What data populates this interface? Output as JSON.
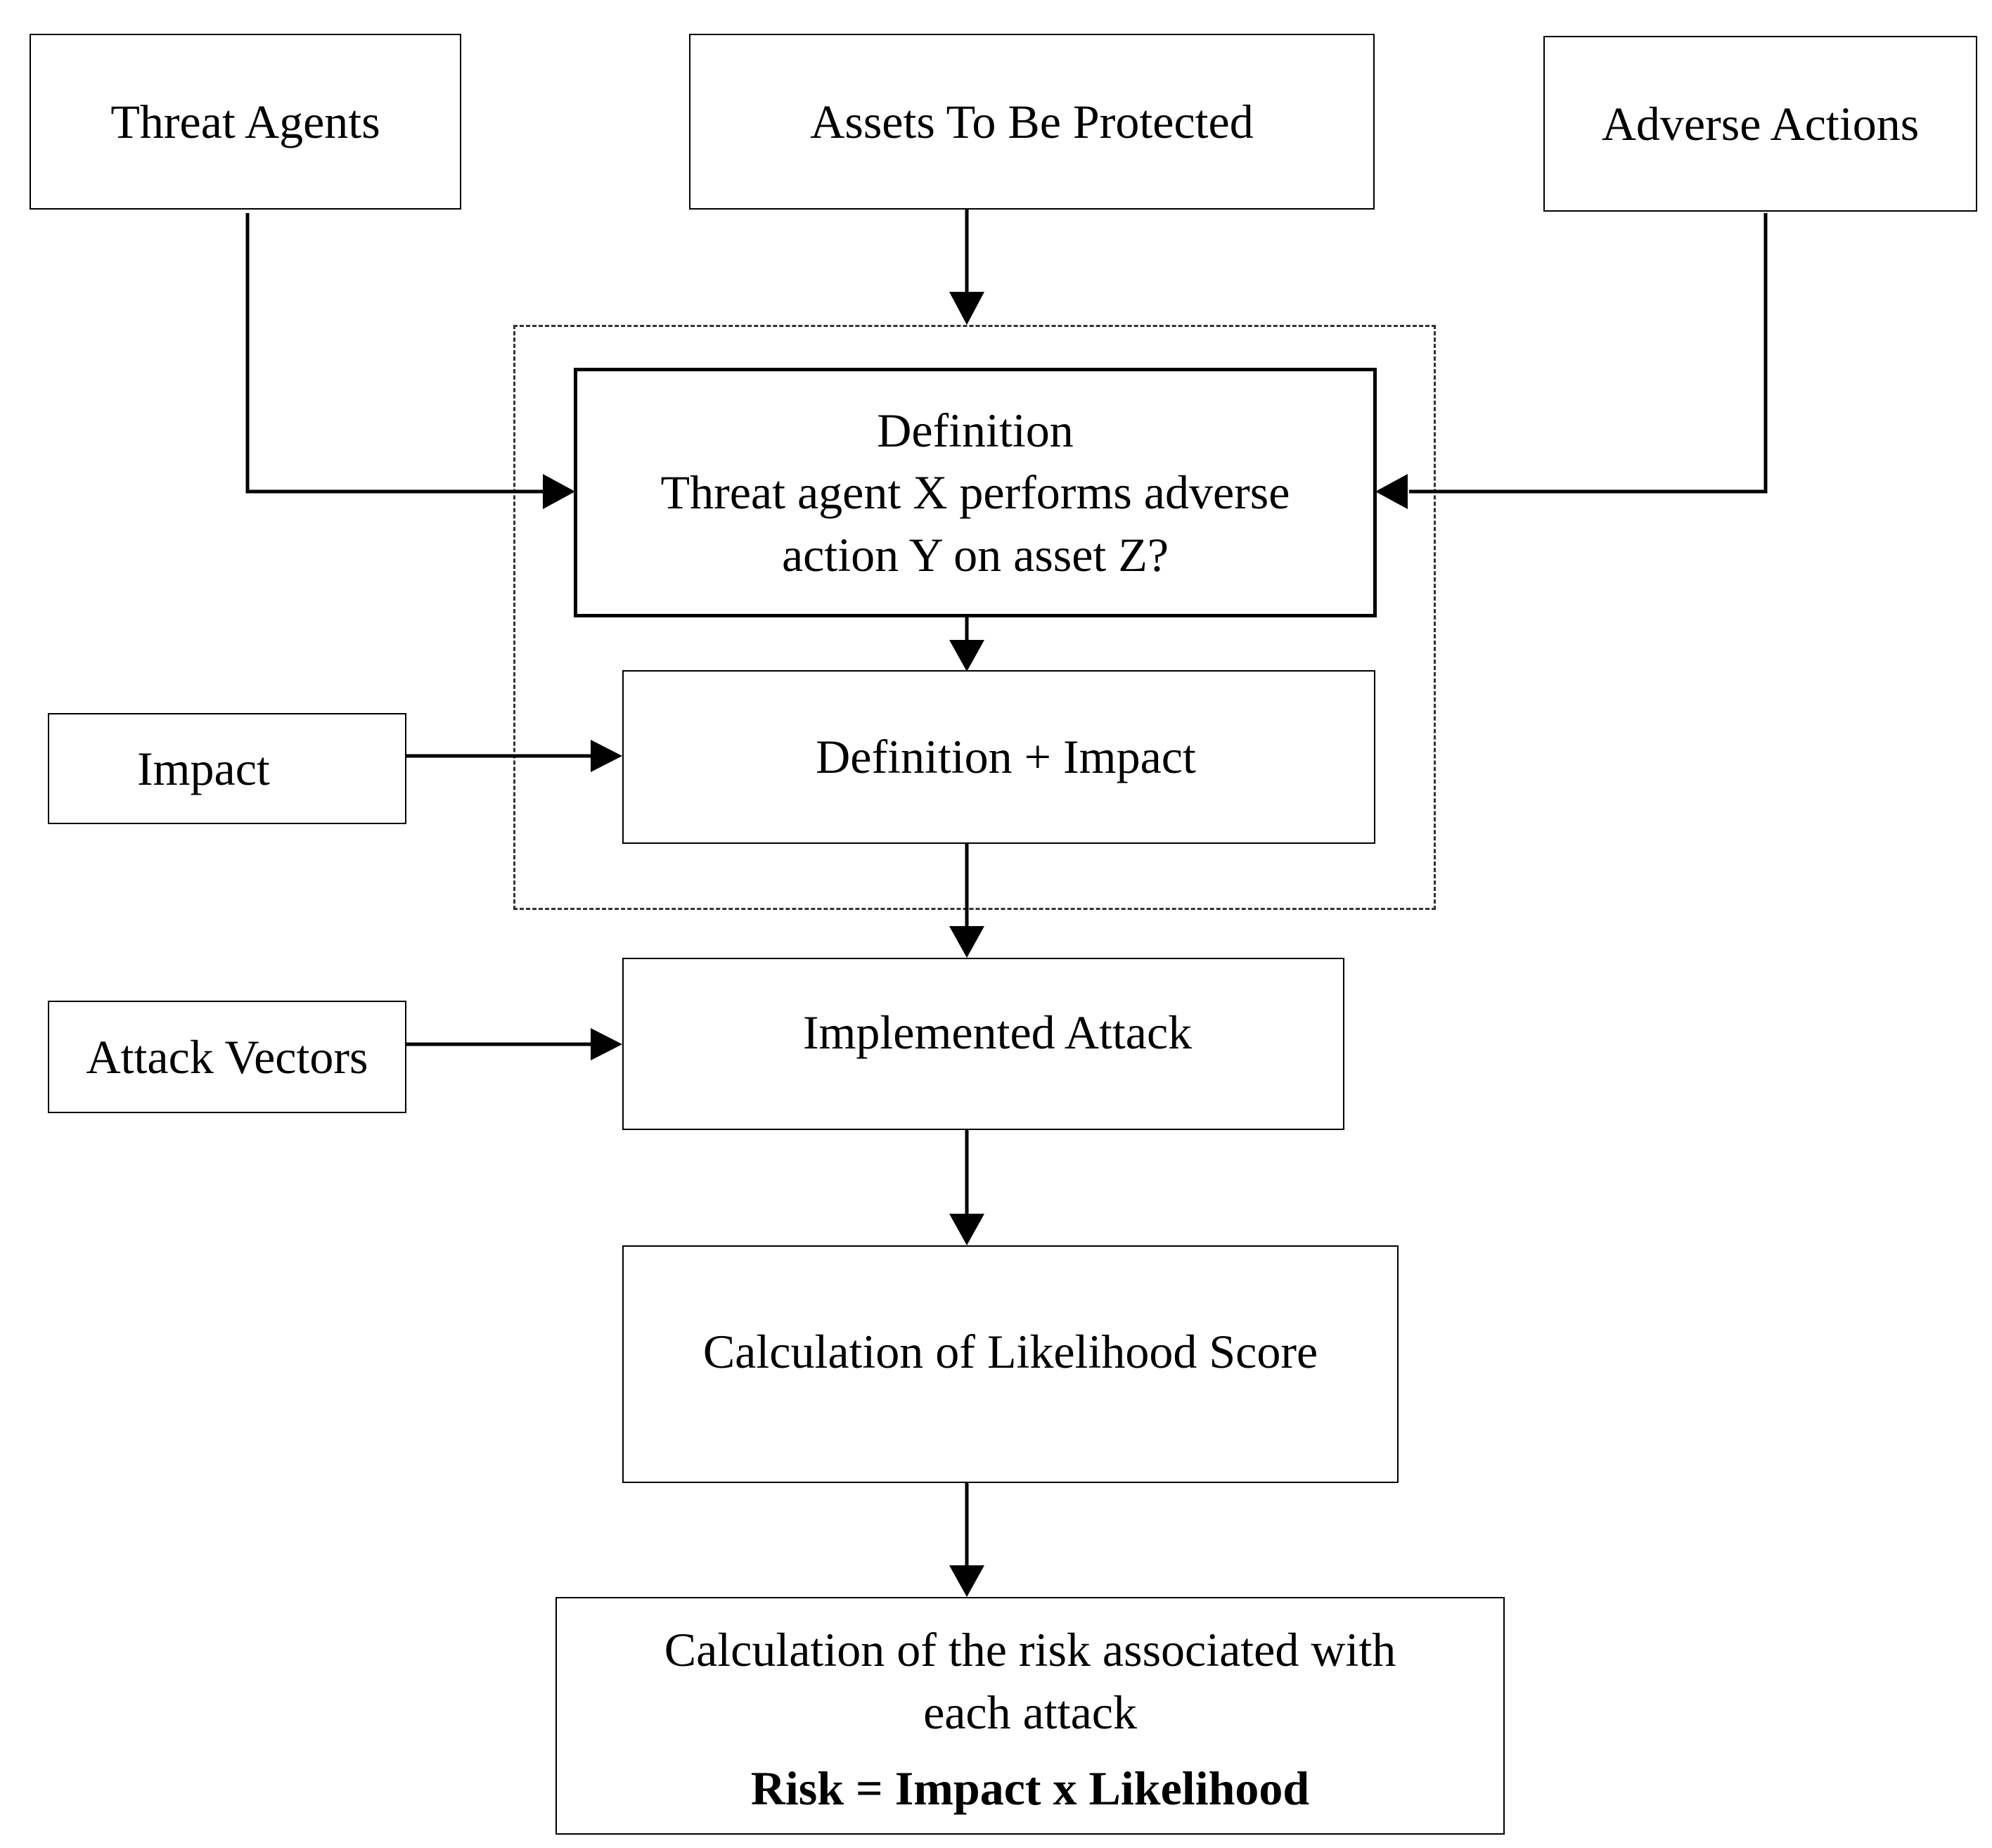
{
  "nodes": {
    "threat_agents": "Threat Agents",
    "assets": "Assets To Be Protected",
    "adverse_actions": "Adverse Actions",
    "definition_title": "Definition",
    "definition_line1": "Threat agent X performs adverse",
    "definition_line2": "action Y on asset Z?",
    "impact": "Impact",
    "definition_impact": "Definition + Impact",
    "attack_vectors": "Attack Vectors",
    "implemented_attack": "Implemented Attack",
    "likelihood": "Calculation of Likelihood Score",
    "risk_line1": "Calculation of the risk associated with",
    "risk_line2": "each attack",
    "risk_formula": "Risk = Impact x Likelihood"
  },
  "colors": {
    "line": "#000000",
    "background": "#ffffff"
  }
}
